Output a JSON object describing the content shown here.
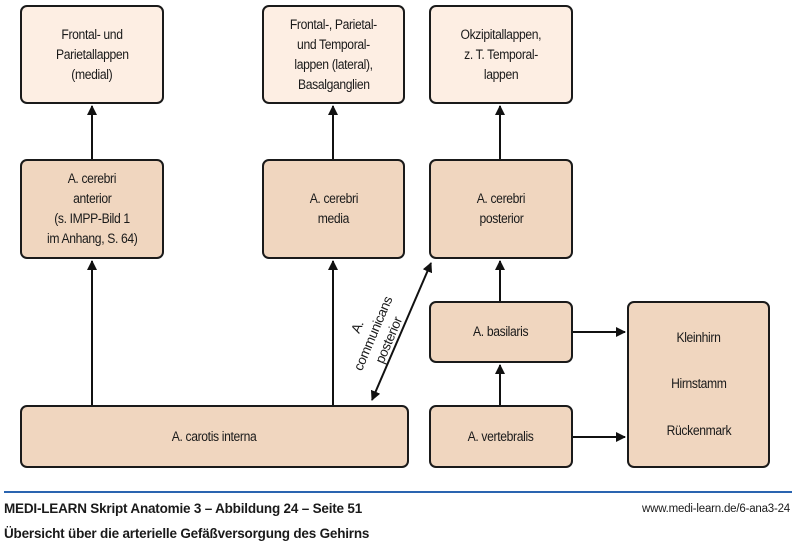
{
  "diagram": {
    "regions": {
      "frontal_parietal_medial": [
        "Frontal- und",
        "Parietallappen",
        "(medial)"
      ],
      "frontal_parietal_temporal_lateral": [
        "Frontal-, Parietal-",
        "und Temporal-",
        "lappen (lateral),",
        "Basalganglien"
      ],
      "occipital_temporal": [
        "Okzipitallappen,",
        "z. T. Temporal-",
        "lappen"
      ]
    },
    "arteries": {
      "cerebri_anterior": [
        "A. cerebri",
        "anterior",
        "(s. IMPP-Bild 1",
        "im Anhang, S. 64)"
      ],
      "cerebri_media": [
        "A. cerebri",
        "media"
      ],
      "cerebri_posterior": [
        "A. cerebri",
        "posterior"
      ],
      "basilaris": [
        "A. basilaris"
      ],
      "carotis_interna": [
        "A. carotis interna"
      ],
      "vertebralis": [
        "A. vertebralis"
      ]
    },
    "targets": [
      "Kleinhirn",
      "Hirnstamm",
      "Rückenmark"
    ],
    "communicans_label": [
      "A. communicans",
      "posterior"
    ],
    "colors": {
      "region_fill": "#fdeee3",
      "artery_fill": "#f0d6bf",
      "rule": "#2a64b0"
    }
  },
  "footer": {
    "source": "MEDI-LEARN Skript Anatomie 3 – Abbildung 24 – Seite 51",
    "caption": "Übersicht über die arterielle Gefäßversorgung des Gehirns",
    "url": "www.medi-learn.de/6-ana3-24"
  }
}
